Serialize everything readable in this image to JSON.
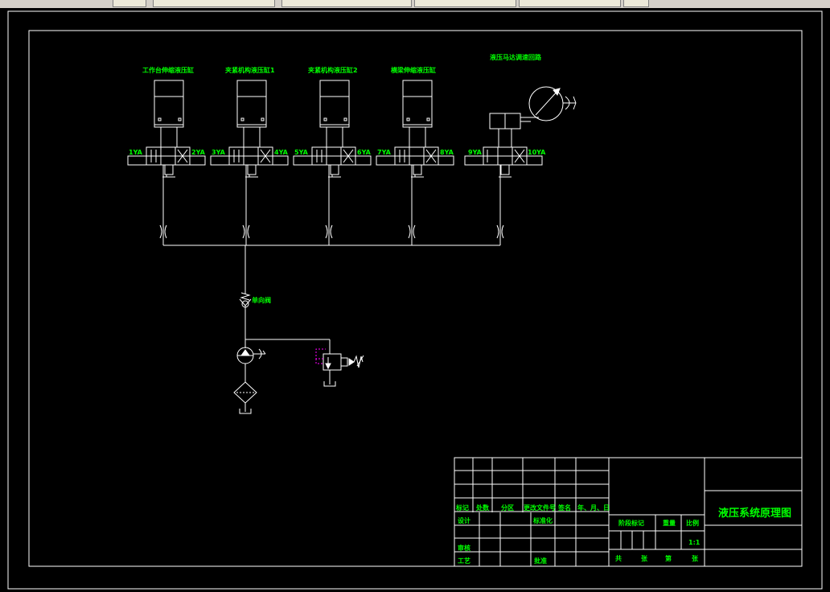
{
  "window": {
    "tabs": [
      {
        "label": ""
      },
      {
        "label": ""
      },
      {
        "label": ""
      },
      {
        "label": ""
      },
      {
        "label": ""
      },
      {
        "label": ""
      }
    ]
  },
  "diagram": {
    "cylinders": [
      {
        "label": "工作台伸缩液压缸",
        "left_coil": "1YA",
        "right_coil": "2YA"
      },
      {
        "label": "夹紧机构液压缸1",
        "left_coil": "3YA",
        "right_coil": "4YA"
      },
      {
        "label": "夹紧机构液压缸2",
        "left_coil": "5YA",
        "right_coil": "6YA"
      },
      {
        "label": "横梁伸缩液压缸",
        "left_coil": "7YA",
        "right_coil": "8YA"
      }
    ],
    "motor_circuit": {
      "label": "液压马达调速回路",
      "left_coil": "9YA",
      "right_coil": "10YA"
    },
    "check_valve_label": "单向阀"
  },
  "title_block": {
    "row_labels": [
      "标记",
      "处数",
      "分区",
      "更改文件号",
      "签名",
      "年、月、日"
    ],
    "design": "设计",
    "standardization": "标准化",
    "review": "审核",
    "process": "工艺",
    "approve": "批准",
    "stage_mark": "阶段标记",
    "weight": "重量",
    "scale": "比例",
    "scale_value": "1:1",
    "total": "共",
    "sheets1": "张",
    "page": "第",
    "sheets2": "张",
    "drawing_title": "液压系统原理图"
  }
}
